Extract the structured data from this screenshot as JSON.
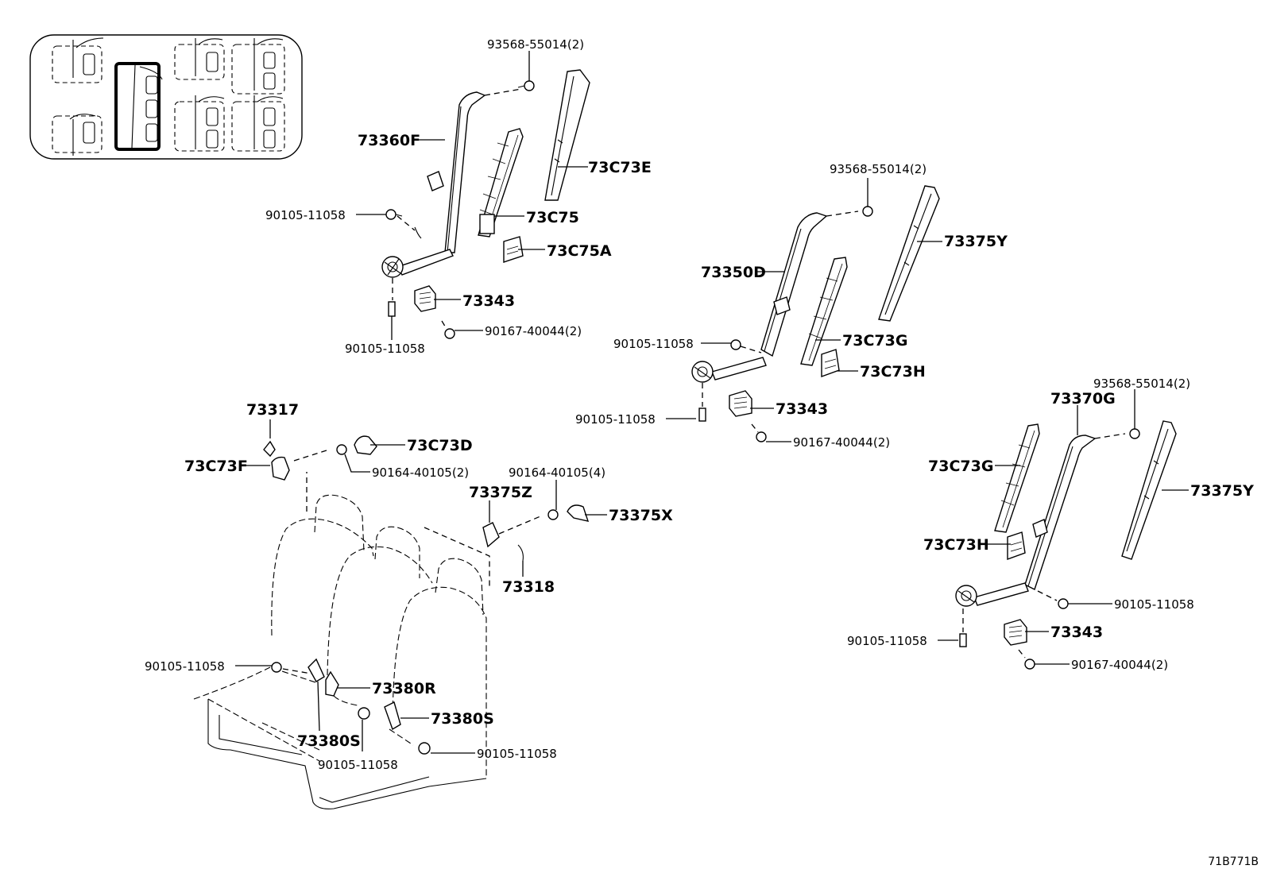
{
  "diagram": {
    "code": "71B771B",
    "labels": {
      "p_93568_a": "93568-55014(2)",
      "p_73360F": "73360F",
      "p_73C73E": "73C73E",
      "p_90105_a": "90105-11058",
      "p_73C75": "73C75",
      "p_73C75A": "73C75A",
      "p_73343_a": "73343",
      "p_90167_a": "90167-40044(2)",
      "p_90105_b": "90105-11058",
      "p_93568_b": "93568-55014(2)",
      "p_73375Y_a": "73375Y",
      "p_73350D": "73350D",
      "p_90105_c": "90105-11058",
      "p_73C73G_a": "73C73G",
      "p_73C73H_a": "73C73H",
      "p_90105_d": "90105-11058",
      "p_73343_b": "73343",
      "p_90167_b": "90167-40044(2)",
      "p_93568_c": "93568-55014(2)",
      "p_73370G": "73370G",
      "p_73C73G_b": "73C73G",
      "p_73375Y_b": "73375Y",
      "p_73C73H_b": "73C73H",
      "p_90105_e": "90105-11058",
      "p_90105_f": "90105-11058",
      "p_73343_c": "73343",
      "p_90167_c": "90167-40044(2)",
      "p_73317": "73317",
      "p_73C73F": "73C73F",
      "p_73C73D": "73C73D",
      "p_90164_a": "90164-40105(2)",
      "p_90164_b": "90164-40105(4)",
      "p_73375Z": "73375Z",
      "p_73375X": "73375X",
      "p_73318": "73318",
      "p_90105_g": "90105-11058",
      "p_73380R": "73380R",
      "p_73380S_a": "73380S",
      "p_73380S_b": "73380S",
      "p_90105_h": "90105-11058",
      "p_90105_i": "90105-11058"
    }
  }
}
